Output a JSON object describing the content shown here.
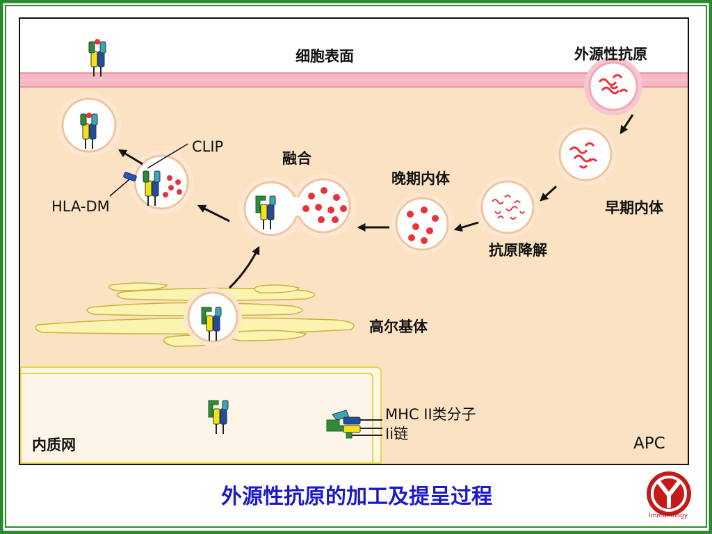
{
  "title": "外源性抗原的加工及提呈过程",
  "labels": {
    "cell_surface": "细胞表面",
    "exogenous_antigen": "外源性抗原",
    "clip": "CLIP",
    "fusion": "融合",
    "late_endosome": "晚期内体",
    "early_endosome": "早期内体",
    "hla_dm": "HLA-DM",
    "antigen_degradation": "抗原降解",
    "golgi": "高尔基体",
    "mhc_class_ii": "MHC II类分子",
    "ii_chain": "Ii链",
    "er": "内质网",
    "apc": "APC"
  },
  "logo_text": "Immunology",
  "colors": {
    "frame_green": "#2a8a2a",
    "cytoplasm": "#fbe2c2",
    "membrane": "#f6b7c4",
    "vesicle_fill": "#ffffff",
    "vesicle_ring": "#f3c39a",
    "antigen_red": "#e8323c",
    "golgi_yellow": "#fbf4b0",
    "title_blue": "#1a1acc",
    "mhc_yellow": "#f2e21c",
    "mhc_blue": "#1f4f9c",
    "mhc_green": "#2e8b3a",
    "logo_red": "#c41a1a"
  }
}
